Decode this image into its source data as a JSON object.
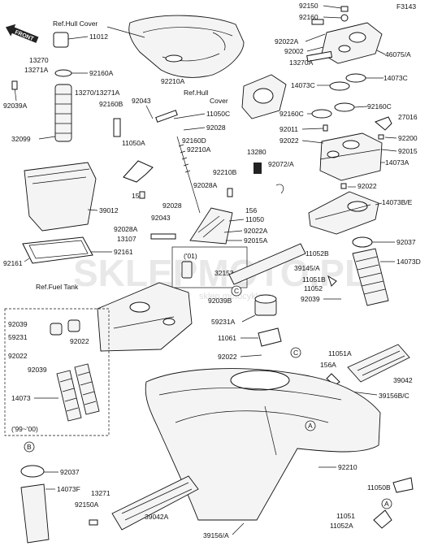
{
  "figure_code": "F3143",
  "front_label": "FRONT",
  "watermark": {
    "brand": "SKLEPMOTO.PL",
    "tagline": "sklep motocyklowy"
  },
  "refs": {
    "hull_cover_top": "Ref.Hull Cover",
    "hull_cover_mid_1": "Ref.Hull",
    "hull_cover_mid_2": "Cover",
    "fuel_tank": "Ref.Fuel Tank"
  },
  "years": {
    "y01": "('01)",
    "y99_00": "('99~'00)"
  },
  "circle_marks": {
    "a": "A",
    "b": "B",
    "c": "C"
  },
  "parts": {
    "p92150": "92150",
    "p92160": "92160",
    "p92022A": "92022A",
    "p92002": "92002",
    "p13270A": "13270A",
    "p46075A": "46075/A",
    "p14073C_1": "14073C",
    "p14073C_2": "14073C",
    "p92160C_1": "92160C",
    "p92160C_2": "92160C",
    "p27016": "27016",
    "p92011": "92011",
    "p92022_r": "92022",
    "p92200": "92200",
    "p92015": "92015",
    "p14073A": "14073A",
    "p92022_r2": "92022",
    "p14073BE": "14073B/E",
    "p92037_r": "92037",
    "p14073D": "14073D",
    "p11012": "11012",
    "p13270": "13270",
    "p13271A": "13271A",
    "p92160A": "92160A",
    "p92039A": "92039A",
    "p13270_13271A": "13270/13271A",
    "p92160B": "92160B",
    "p32099": "32099",
    "p92210A_1": "92210A",
    "p92043_1": "92043",
    "p11050C": "11050C",
    "p92028_1": "92028",
    "p92160D": "92160D",
    "p92210A_2": "92210A",
    "p11050A": "11050A",
    "p13280": "13280",
    "p92072A": "92072/A",
    "p92210B": "92210B",
    "p92028A_1": "92028A",
    "p156_1": "156",
    "p39012": "39012",
    "p92043_2": "92043",
    "p92028_2": "92028",
    "p156_2": "156",
    "p11050": "11050",
    "p92028A_2": "92028A",
    "p13107": "13107",
    "p92022A_2": "92022A",
    "p92015A": "92015A",
    "p92161_1": "92161",
    "p92161_2": "92161",
    "p11052B": "11052B",
    "p32153": "32153",
    "p39145A": "39145/A",
    "p11051B": "11051B",
    "p11052": "11052",
    "p92039_c": "92039",
    "p92039B": "92039B",
    "p59231A": "59231A",
    "p11061": "11061",
    "p92022_c": "92022",
    "p11051A": "11051A",
    "p156A": "156A",
    "p39042": "39042",
    "p39156BC": "39156B/C",
    "p92039_l": "92039",
    "p59231": "59231",
    "p92022_l1": "92022",
    "p92022_l2": "92022",
    "p92039_l2": "92039",
    "p14073": "14073",
    "p92210": "92210",
    "p92037_b": "92037",
    "p14073F": "14073F",
    "p13271": "13271",
    "p92150A": "92150A",
    "p39042A": "39042A",
    "p39156A": "39156/A",
    "p11050B": "11050B",
    "p11051": "11051",
    "p11052A": "11052A"
  }
}
